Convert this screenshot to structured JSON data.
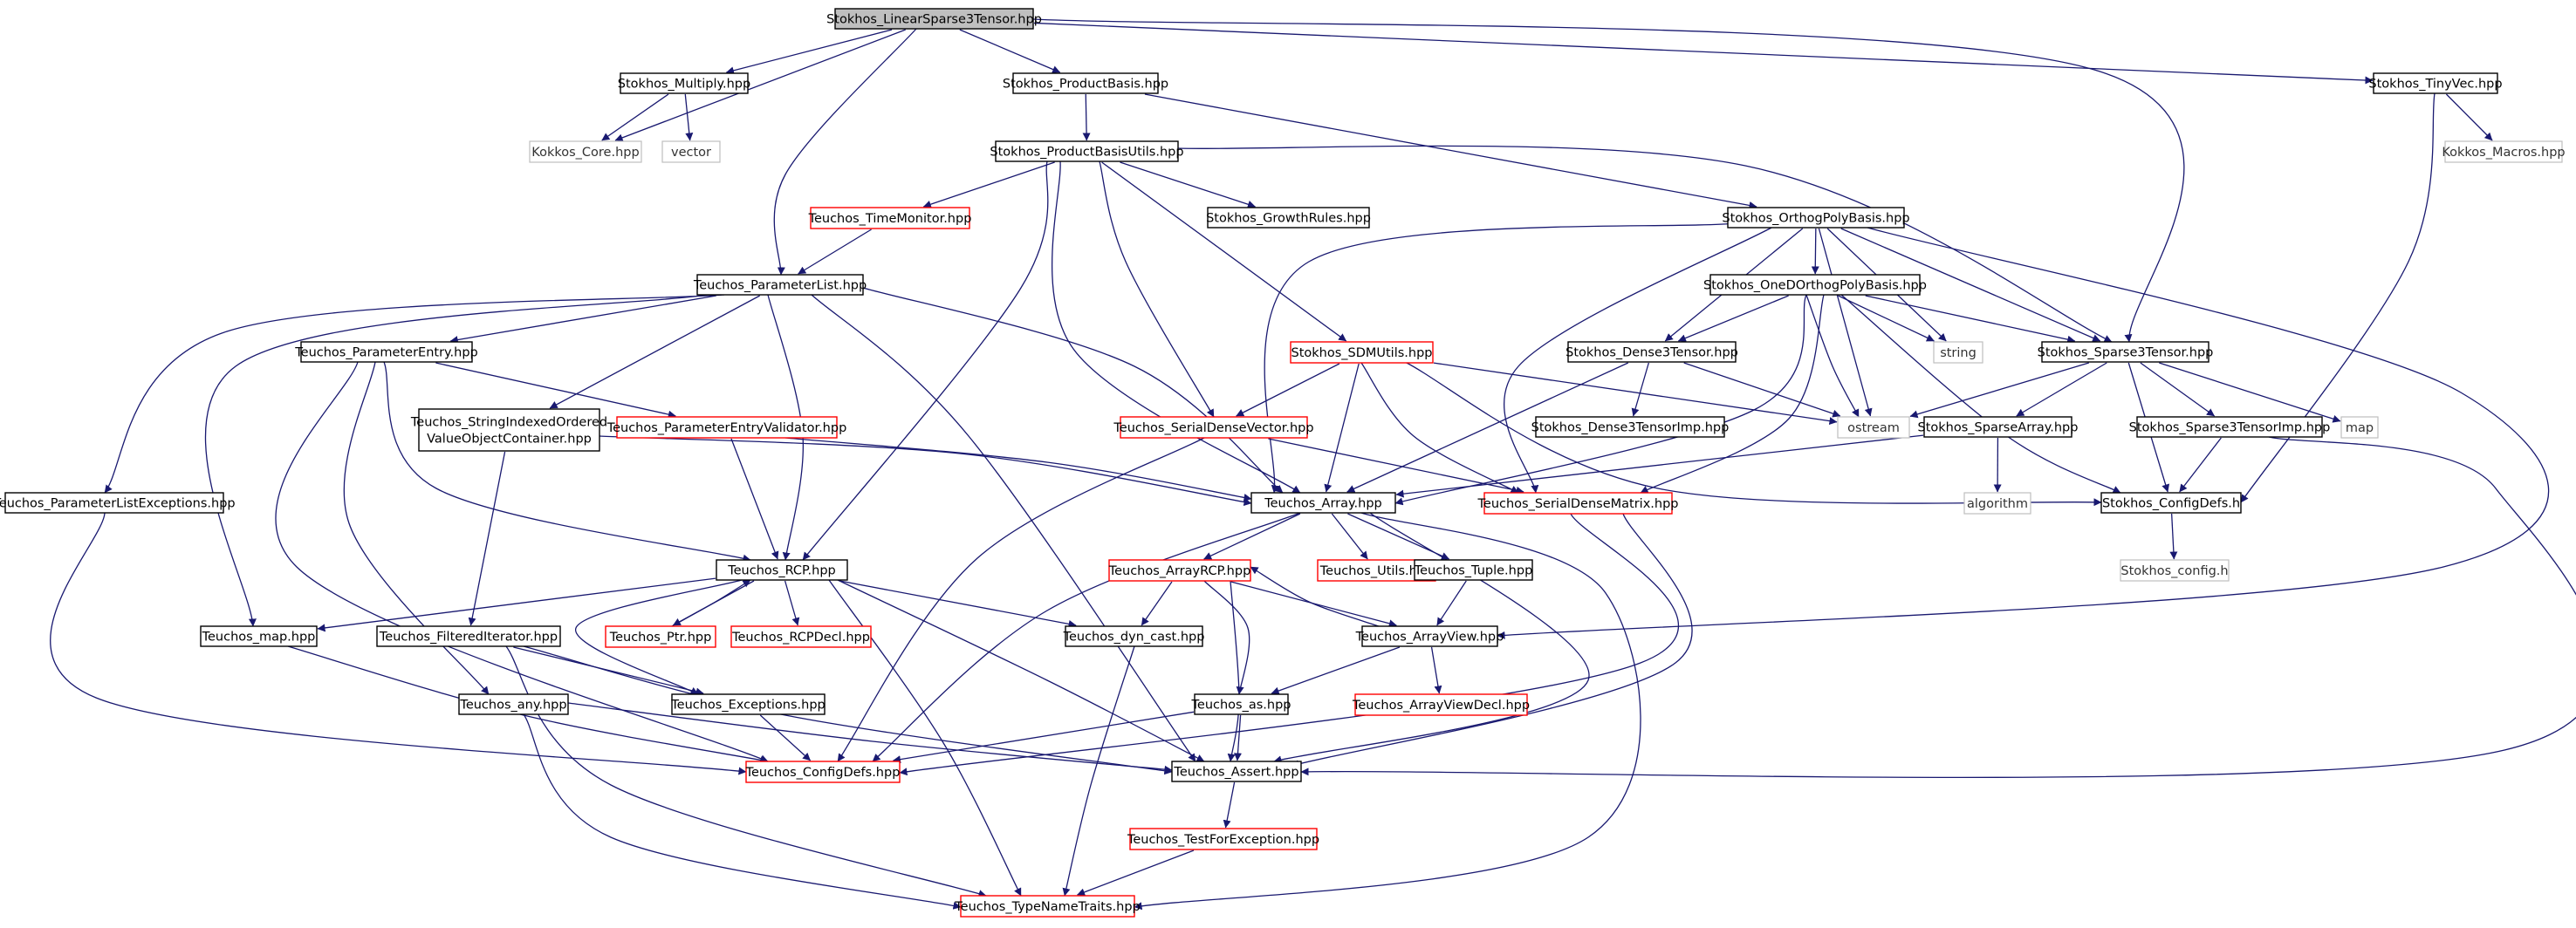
{
  "graph": {
    "nodes": [
      {
        "id": "root",
        "label": "Stokhos_LinearSparse3Tensor.hpp",
        "style": "root"
      },
      {
        "id": "multiply",
        "label": "Stokhos_Multiply.hpp",
        "style": "normal"
      },
      {
        "id": "prodbasis",
        "label": "Stokhos_ProductBasis.hpp",
        "style": "normal"
      },
      {
        "id": "tinyvec",
        "label": "Stokhos_TinyVec.hpp",
        "style": "normal"
      },
      {
        "id": "kcore",
        "label": "Kokkos_Core.hpp",
        "style": "system"
      },
      {
        "id": "vector",
        "label": "vector",
        "style": "system"
      },
      {
        "id": "kmacros",
        "label": "Kokkos_Macros.hpp",
        "style": "system"
      },
      {
        "id": "pbutils",
        "label": "Stokhos_ProductBasisUtils.hpp",
        "style": "normal"
      },
      {
        "id": "timemon",
        "label": "Teuchos_TimeMonitor.hpp",
        "style": "red"
      },
      {
        "id": "growth",
        "label": "Stokhos_GrowthRules.hpp",
        "style": "normal"
      },
      {
        "id": "orthopoly",
        "label": "Stokhos_OrthogPolyBasis.hpp",
        "style": "normal"
      },
      {
        "id": "paramlist",
        "label": "Teuchos_ParameterList.hpp",
        "style": "normal"
      },
      {
        "id": "onedortho",
        "label": "Stokhos_OneDOrthogPolyBasis.hpp",
        "style": "normal"
      },
      {
        "id": "string",
        "label": "string",
        "style": "system"
      },
      {
        "id": "paramentry",
        "label": "Teuchos_ParameterEntry.hpp",
        "style": "normal"
      },
      {
        "id": "sdmutils",
        "label": "Stokhos_SDMUtils.hpp",
        "style": "red"
      },
      {
        "id": "dense3",
        "label": "Stokhos_Dense3Tensor.hpp",
        "style": "normal"
      },
      {
        "id": "sparse3",
        "label": "Stokhos_Sparse3Tensor.hpp",
        "style": "normal"
      },
      {
        "id": "strindexed",
        "label": "Teuchos_StringIndexedOrdered\nValueObjectContainer.hpp",
        "style": "normal"
      },
      {
        "id": "pev",
        "label": "Teuchos_ParameterEntryValidator.hpp",
        "style": "red"
      },
      {
        "id": "sdv",
        "label": "Teuchos_SerialDenseVector.hpp",
        "style": "red"
      },
      {
        "id": "dense3imp",
        "label": "Stokhos_Dense3TensorImp.hpp",
        "style": "normal"
      },
      {
        "id": "ostream",
        "label": "ostream",
        "style": "system"
      },
      {
        "id": "sparsearray",
        "label": "Stokhos_SparseArray.hpp",
        "style": "normal"
      },
      {
        "id": "sparse3imp",
        "label": "Stokhos_Sparse3TensorImp.hpp",
        "style": "normal"
      },
      {
        "id": "map",
        "label": "map",
        "style": "system"
      },
      {
        "id": "plexc",
        "label": "Teuchos_ParameterListExceptions.hpp",
        "style": "normal"
      },
      {
        "id": "array",
        "label": "Teuchos_Array.hpp",
        "style": "normal"
      },
      {
        "id": "sdm",
        "label": "Teuchos_SerialDenseMatrix.hpp",
        "style": "red"
      },
      {
        "id": "algorithm",
        "label": "algorithm",
        "style": "system"
      },
      {
        "id": "configdefsh",
        "label": "Stokhos_ConfigDefs.h",
        "style": "normal"
      },
      {
        "id": "rcp",
        "label": "Teuchos_RCP.hpp",
        "style": "normal"
      },
      {
        "id": "arrayrcp",
        "label": "Teuchos_ArrayRCP.hpp",
        "style": "red"
      },
      {
        "id": "utils",
        "label": "Teuchos_Utils.hpp",
        "style": "red"
      },
      {
        "id": "tuple",
        "label": "Teuchos_Tuple.hpp",
        "style": "normal"
      },
      {
        "id": "stconfig",
        "label": "Stokhos_config.h",
        "style": "system"
      },
      {
        "id": "tmap",
        "label": "Teuchos_map.hpp",
        "style": "normal"
      },
      {
        "id": "filtered",
        "label": "Teuchos_FilteredIterator.hpp",
        "style": "normal"
      },
      {
        "id": "ptr",
        "label": "Teuchos_Ptr.hpp",
        "style": "red"
      },
      {
        "id": "rcpdecl",
        "label": "Teuchos_RCPDecl.hpp",
        "style": "red"
      },
      {
        "id": "dyncast",
        "label": "Teuchos_dyn_cast.hpp",
        "style": "normal"
      },
      {
        "id": "arrayview",
        "label": "Teuchos_ArrayView.hpp",
        "style": "normal"
      },
      {
        "id": "any",
        "label": "Teuchos_any.hpp",
        "style": "normal"
      },
      {
        "id": "exceptions",
        "label": "Teuchos_Exceptions.hpp",
        "style": "normal"
      },
      {
        "id": "as",
        "label": "Teuchos_as.hpp",
        "style": "normal"
      },
      {
        "id": "avdecl",
        "label": "Teuchos_ArrayViewDecl.hpp",
        "style": "red"
      },
      {
        "id": "tconfigdefs",
        "label": "Teuchos_ConfigDefs.hpp",
        "style": "red"
      },
      {
        "id": "assert",
        "label": "Teuchos_Assert.hpp",
        "style": "normal"
      },
      {
        "id": "testforexc",
        "label": "Teuchos_TestForException.hpp",
        "style": "red"
      },
      {
        "id": "typename",
        "label": "Teuchos_TypeNameTraits.hpp",
        "style": "red"
      }
    ],
    "edges": [
      [
        "root",
        "multiply"
      ],
      [
        "root",
        "prodbasis"
      ],
      [
        "root",
        "tinyvec"
      ],
      [
        "root",
        "kcore"
      ],
      [
        "root",
        "paramlist"
      ],
      [
        "root",
        "sparse3"
      ],
      [
        "multiply",
        "kcore"
      ],
      [
        "multiply",
        "vector"
      ],
      [
        "tinyvec",
        "kmacros"
      ],
      [
        "tinyvec",
        "configdefsh"
      ],
      [
        "prodbasis",
        "pbutils"
      ],
      [
        "prodbasis",
        "orthopoly"
      ],
      [
        "pbutils",
        "timemon"
      ],
      [
        "pbutils",
        "growth"
      ],
      [
        "pbutils",
        "sdmutils"
      ],
      [
        "pbutils",
        "sdv"
      ],
      [
        "pbutils",
        "array"
      ],
      [
        "pbutils",
        "rcp"
      ],
      [
        "pbutils",
        "sparse3"
      ],
      [
        "timemon",
        "paramlist"
      ],
      [
        "orthopoly",
        "onedortho"
      ],
      [
        "orthopoly",
        "string"
      ],
      [
        "orthopoly",
        "ostream"
      ],
      [
        "orthopoly",
        "dense3"
      ],
      [
        "orthopoly",
        "sparse3"
      ],
      [
        "orthopoly",
        "array"
      ],
      [
        "orthopoly",
        "sdm"
      ],
      [
        "orthopoly",
        "arrayview"
      ],
      [
        "onedortho",
        "string"
      ],
      [
        "onedortho",
        "ostream"
      ],
      [
        "onedortho",
        "dense3"
      ],
      [
        "onedortho",
        "sparse3"
      ],
      [
        "onedortho",
        "array"
      ],
      [
        "onedortho",
        "sdm"
      ],
      [
        "onedortho",
        "configdefsh"
      ],
      [
        "paramlist",
        "paramentry"
      ],
      [
        "paramlist",
        "strindexed"
      ],
      [
        "paramlist",
        "plexc"
      ],
      [
        "paramlist",
        "tmap"
      ],
      [
        "paramlist",
        "rcp"
      ],
      [
        "paramlist",
        "array"
      ],
      [
        "paramlist",
        "assert"
      ],
      [
        "paramentry",
        "pev"
      ],
      [
        "paramentry",
        "rcp"
      ],
      [
        "paramentry",
        "any"
      ],
      [
        "paramentry",
        "tconfigdefs"
      ],
      [
        "sdmutils",
        "sdv"
      ],
      [
        "sdmutils",
        "sdm"
      ],
      [
        "sdmutils",
        "array"
      ],
      [
        "sdmutils",
        "ostream"
      ],
      [
        "sdmutils",
        "configdefsh"
      ],
      [
        "dense3",
        "dense3imp"
      ],
      [
        "dense3",
        "ostream"
      ],
      [
        "dense3",
        "array"
      ],
      [
        "sparse3",
        "ostream"
      ],
      [
        "sparse3",
        "map"
      ],
      [
        "sparse3",
        "sparsearray"
      ],
      [
        "sparse3",
        "sparse3imp"
      ],
      [
        "sparse3",
        "configdefsh"
      ],
      [
        "strindexed",
        "filtered"
      ],
      [
        "strindexed",
        "array"
      ],
      [
        "pev",
        "rcp"
      ],
      [
        "pev",
        "array"
      ],
      [
        "sdv",
        "sdm"
      ],
      [
        "sdv",
        "tconfigdefs"
      ],
      [
        "sparsearray",
        "array"
      ],
      [
        "sparsearray",
        "algorithm"
      ],
      [
        "sparse3imp",
        "configdefsh"
      ],
      [
        "sparse3imp",
        "assert"
      ],
      [
        "plexc",
        "tconfigdefs"
      ],
      [
        "array",
        "arrayrcp"
      ],
      [
        "array",
        "utils"
      ],
      [
        "array",
        "tuple"
      ],
      [
        "array",
        "assert"
      ],
      [
        "array",
        "typename"
      ],
      [
        "array",
        "tconfigdefs"
      ],
      [
        "sdm",
        "assert"
      ],
      [
        "sdm",
        "tconfigdefs"
      ],
      [
        "configdefsh",
        "stconfig"
      ],
      [
        "rcp",
        "ptr"
      ],
      [
        "rcp",
        "rcpdecl"
      ],
      [
        "rcp",
        "dyncast"
      ],
      [
        "rcp",
        "tmap"
      ],
      [
        "rcp",
        "exceptions"
      ],
      [
        "rcp",
        "assert"
      ],
      [
        "rcp",
        "typename"
      ],
      [
        "arrayrcp",
        "arrayview"
      ],
      [
        "arrayrcp",
        "dyncast"
      ],
      [
        "arrayrcp",
        "as"
      ],
      [
        "arrayrcp",
        "assert"
      ],
      [
        "tuple",
        "arrayview"
      ],
      [
        "arrayview",
        "arrayrcp"
      ],
      [
        "arrayview",
        "as"
      ],
      [
        "arrayview",
        "avdecl"
      ],
      [
        "ptr",
        "rcp"
      ],
      [
        "tmap",
        "tconfigdefs"
      ],
      [
        "filtered",
        "exceptions"
      ],
      [
        "filtered",
        "assert"
      ],
      [
        "filtered",
        "typename"
      ],
      [
        "dyncast",
        "typename"
      ],
      [
        "any",
        "assert"
      ],
      [
        "any",
        "typename"
      ],
      [
        "exceptions",
        "tconfigdefs"
      ],
      [
        "as",
        "tconfigdefs"
      ],
      [
        "as",
        "assert"
      ],
      [
        "assert",
        "testforexc"
      ],
      [
        "testforexc",
        "typename"
      ]
    ]
  }
}
